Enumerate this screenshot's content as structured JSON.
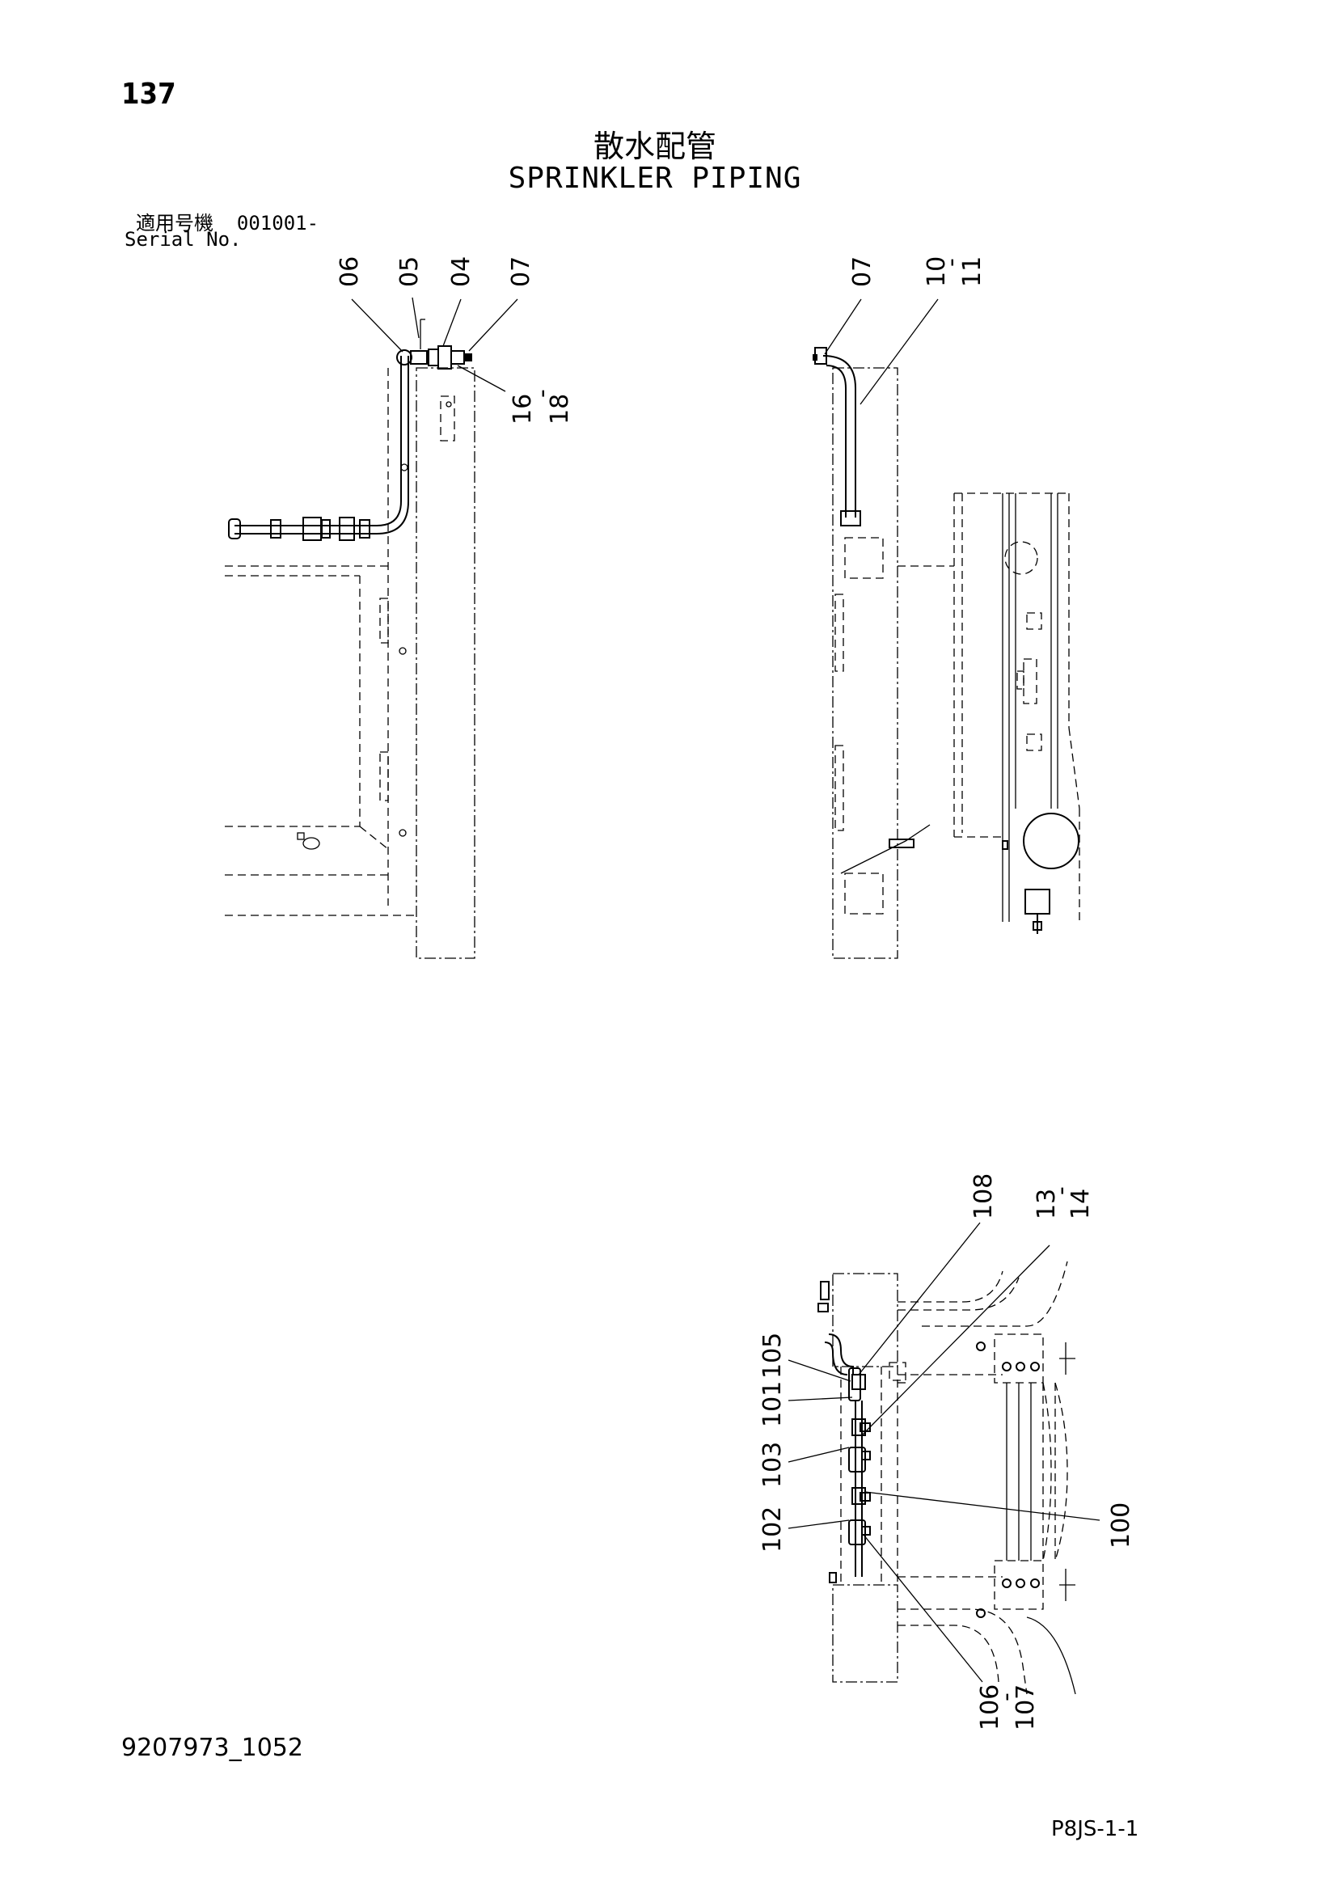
{
  "header": {
    "page_number": "137",
    "title_jp": "散水配管",
    "title_en": "SPRINKLER PIPING",
    "serial_label_jp": "適用号機",
    "serial_value": "001001-",
    "serial_label_en": "Serial No."
  },
  "footer": {
    "document_id": "9207973_1052",
    "page_code": "P8JS-1-1"
  },
  "callouts": {
    "view1": {
      "c06": "06",
      "c05": "05",
      "c04": "04",
      "c07": "07",
      "c16": "16",
      "dash": "-",
      "c18": "18"
    },
    "view2": {
      "c07": "07",
      "c10": "10",
      "dash": "-",
      "c11": "11"
    },
    "view3": {
      "c108": "108",
      "c13": "13",
      "dash": "-",
      "c14": "14",
      "c105": "105",
      "c101": "101",
      "c103": "103",
      "c102": "102",
      "c100": "100",
      "c106": "106",
      "dash2": "-",
      "c107": "107"
    }
  },
  "colors": {
    "line": "#000000",
    "background": "#ffffff"
  }
}
